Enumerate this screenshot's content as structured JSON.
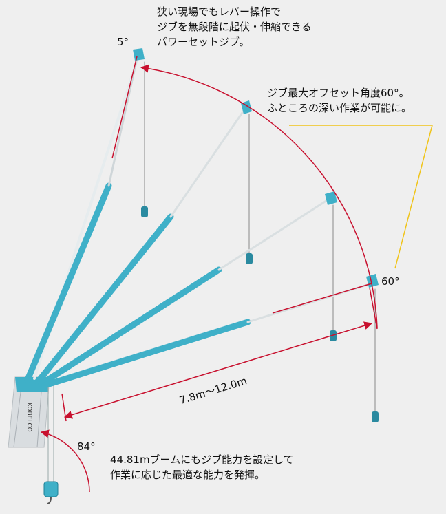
{
  "notes": {
    "top": [
      "狭い現場でもレバー操作で",
      "ジブを無段階に起伏・伸縮できる",
      "パワーセットジブ。"
    ],
    "right": [
      "ジブ最大オフセット角度60°。",
      "ふところの深い作業が可能に。"
    ],
    "bottom": [
      "44.81mブームにもジブ能力を設定して",
      "作業に応じた最適な能力を発揮。"
    ]
  },
  "angles": {
    "jib_min": "5°",
    "jib_max": "60°",
    "boom": "84°"
  },
  "dimension": "7.8m〜12.0m",
  "brand": "KOBELCO",
  "colors": {
    "crane": "#3fb0c8",
    "crane_dark": "#1d7f96",
    "dim_line": "#c8102e",
    "leader": "#f0c419",
    "background": "#efefef"
  }
}
